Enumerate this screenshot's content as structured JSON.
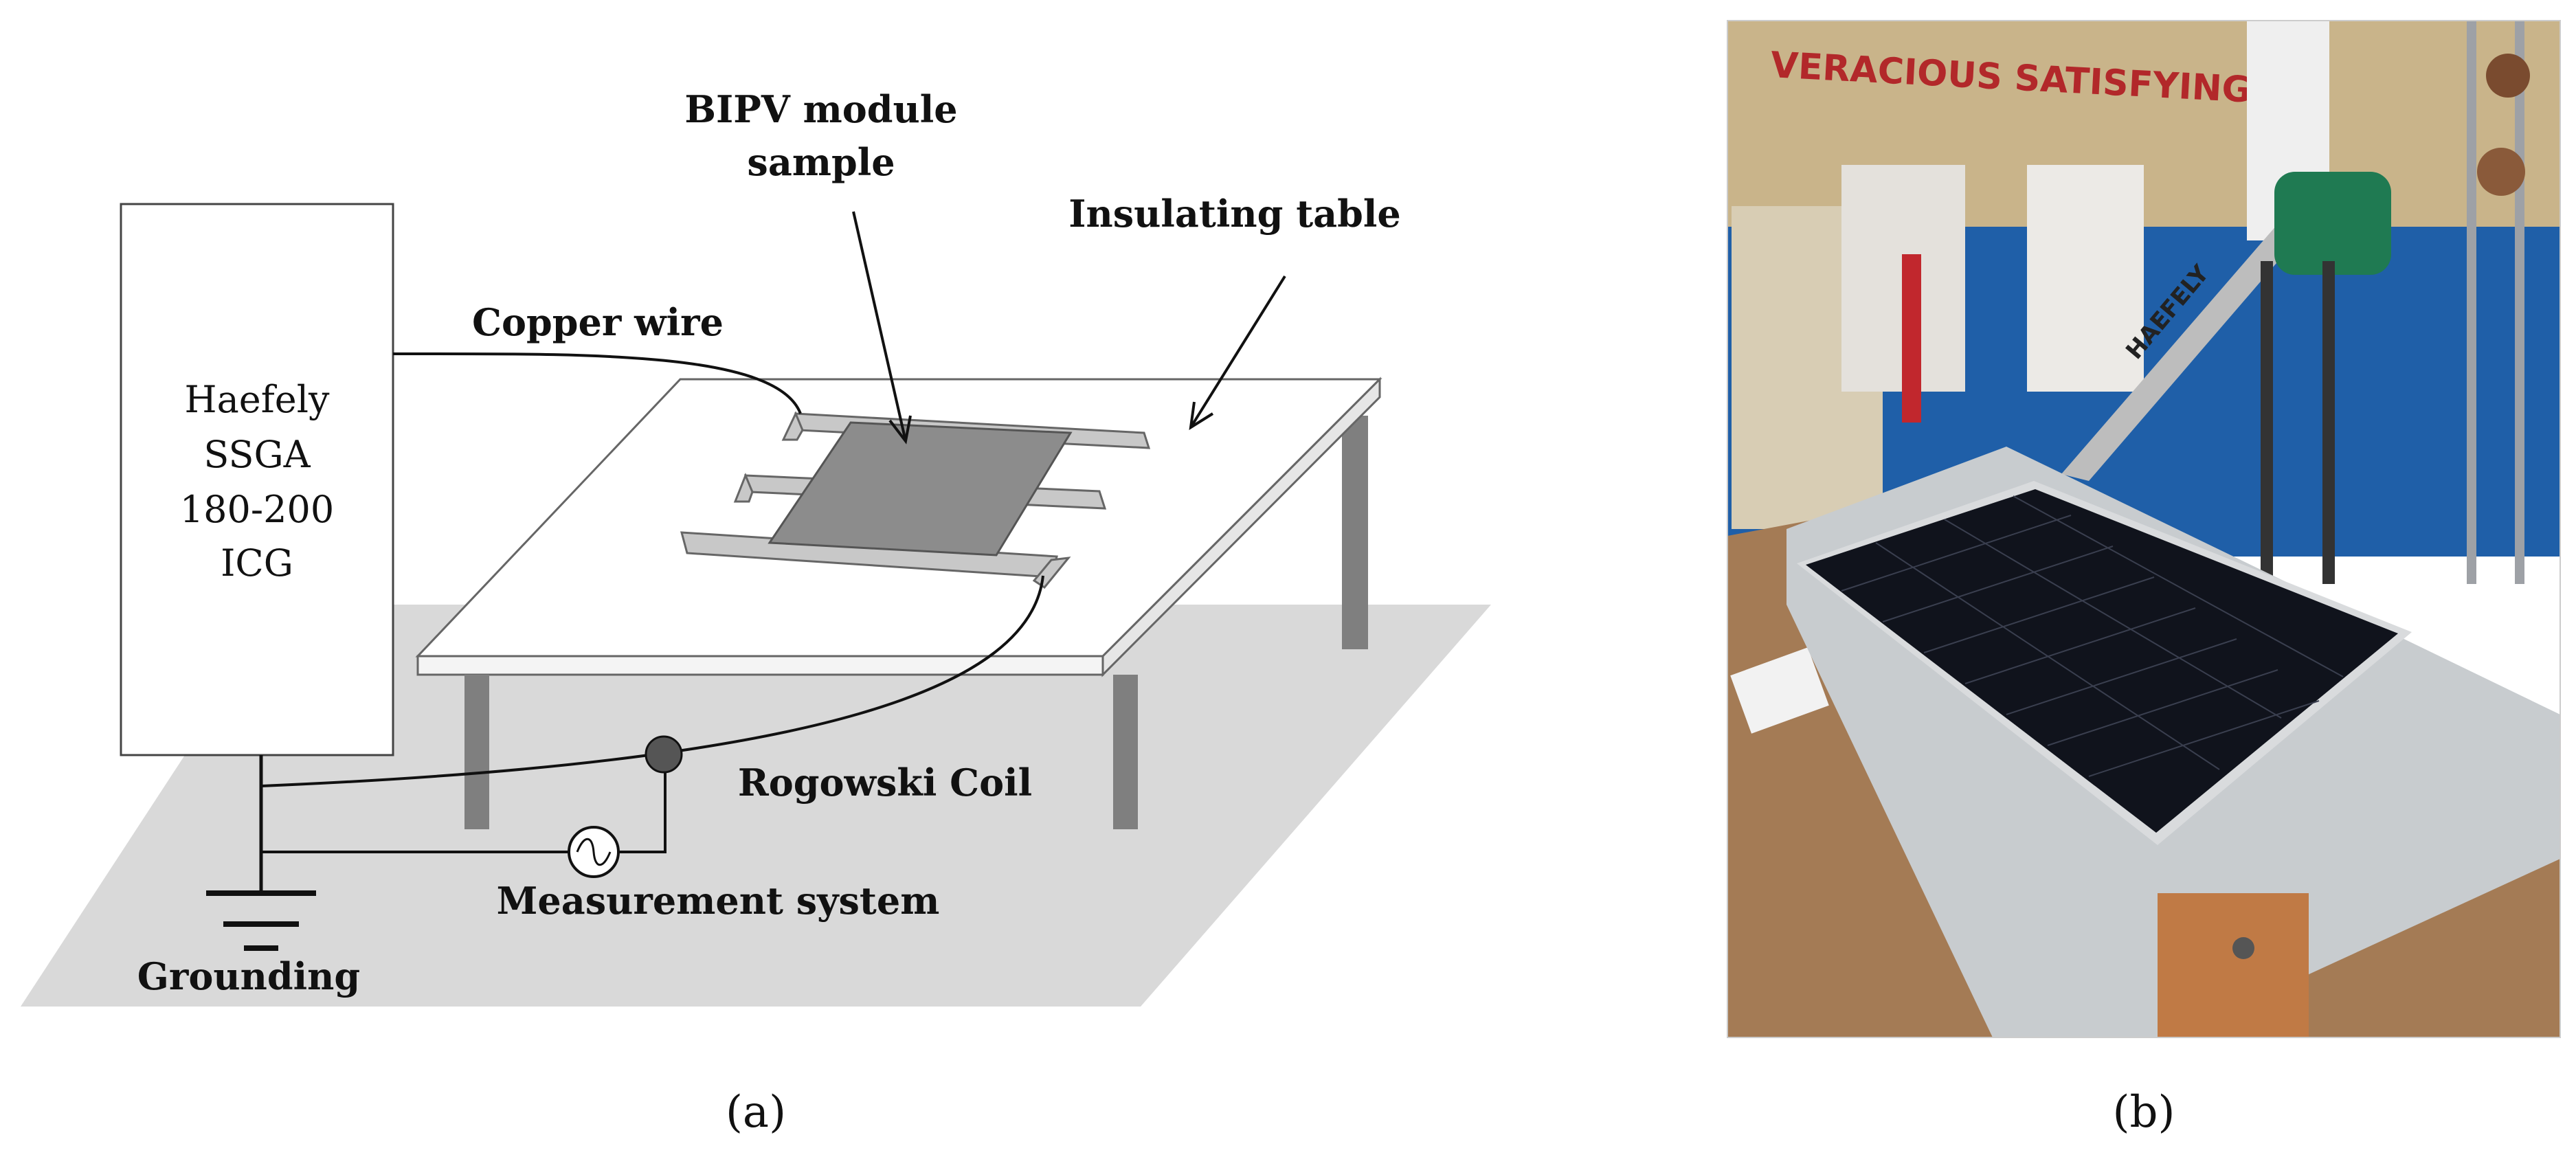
{
  "panel_a": {
    "generator": {
      "lines": [
        "Haefely",
        "SSGA",
        "180-200",
        "ICG"
      ]
    },
    "labels": {
      "module": [
        "BIPV module",
        "sample"
      ],
      "insulating_table": "Insulating table",
      "copper_wire": "Copper wire",
      "rogowski_coil": "Rogowski Coil",
      "measurement_system": "Measurement system",
      "grounding": "Grounding"
    },
    "caption": "(a)"
  },
  "panel_b": {
    "banner_text": "VERACIOUS SATISFYING",
    "equipment_text": "HAEFELY",
    "caption": "(b)"
  },
  "colors": {
    "floor": "#d9d9d9",
    "table_top": "#ffffff",
    "table_leg": "#7f7f7f",
    "module": "#8c8c8c",
    "rail": "#c8c8c8",
    "coil": "#555555",
    "wall": "#c9b48a",
    "blue_floor": "#1f5fa8",
    "wood_table": "#a47b55",
    "panel_cells": "#10131c",
    "copper": "#c07a45"
  }
}
